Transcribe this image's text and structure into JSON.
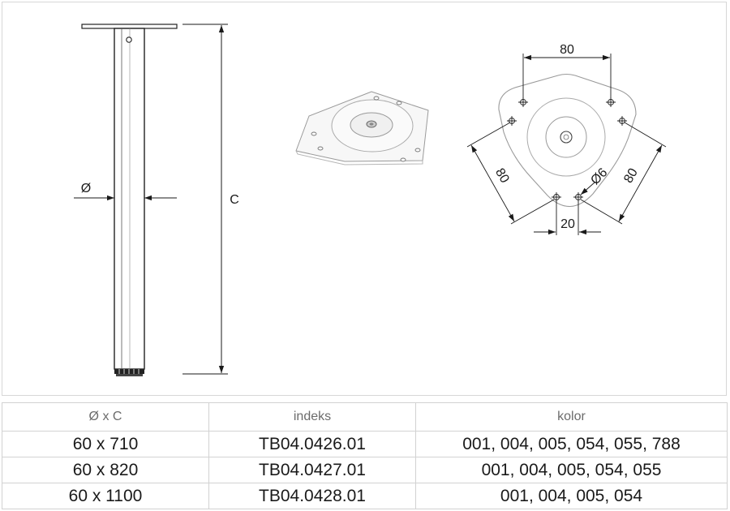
{
  "drawing": {
    "leg_labels": {
      "diameter": "Ø",
      "height": "C"
    },
    "plate_dims": {
      "top_spacing": "80",
      "left_spacing": "80",
      "right_spacing": "80",
      "hole_diameter": "Ø6",
      "bottom_spacing": "20"
    }
  },
  "table": {
    "headers": [
      "Ø x C",
      "indeks",
      "kolor"
    ],
    "rows": [
      [
        "60 x 710",
        "TB04.0426.01",
        "001, 004, 005, 054, 055, 788"
      ],
      [
        "60 x 820",
        "TB04.0427.01",
        "001, 004, 005, 054, 055"
      ],
      [
        "60 x 1100",
        "TB04.0428.01",
        "001, 004, 005, 054"
      ]
    ]
  }
}
